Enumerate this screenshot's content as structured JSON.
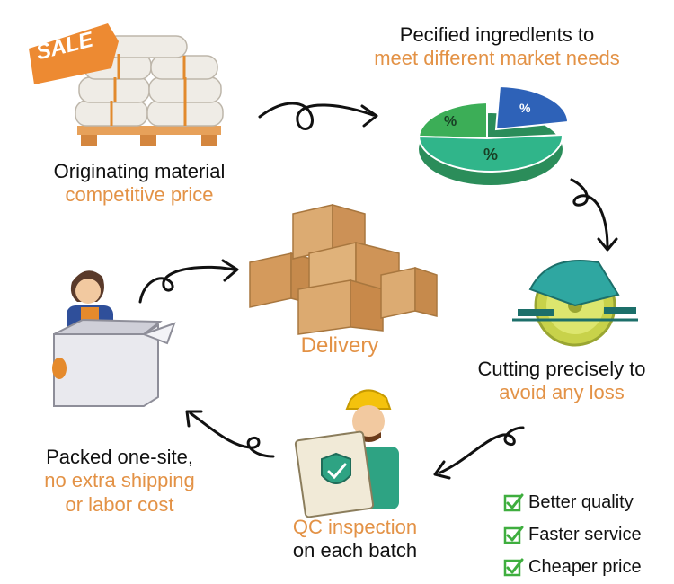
{
  "steps": {
    "origin": {
      "line1": "Originating material",
      "line2": "competitive price"
    },
    "ingredients": {
      "line1": "Pecified ingredlents to",
      "line2": "meet different market needs"
    },
    "cutting": {
      "line1": "Cutting precisely to",
      "line2": "avoid any loss"
    },
    "qc": {
      "line1": "QC inspection",
      "line2": "on each batch"
    },
    "packed": {
      "line1": "Packed one-site,",
      "line2": "no extra shipping",
      "line3": "or labor cost"
    },
    "delivery": {
      "label": "Delivery"
    }
  },
  "sale_tag": "SALE",
  "pie_chart": {
    "labels": [
      "%",
      "%",
      "%"
    ]
  },
  "benefits": [
    {
      "label": "Better quality"
    },
    {
      "label": "Faster service"
    },
    {
      "label": "Cheaper price"
    }
  ],
  "colors": {
    "accent_orange": "#e39246",
    "text_dark": "#111111",
    "pie_green": "#3cae57",
    "pie_teal": "#30b58a",
    "pie_blue": "#2e62b8",
    "check_green": "#3fae3f",
    "box_tan": "#d7a56c"
  }
}
